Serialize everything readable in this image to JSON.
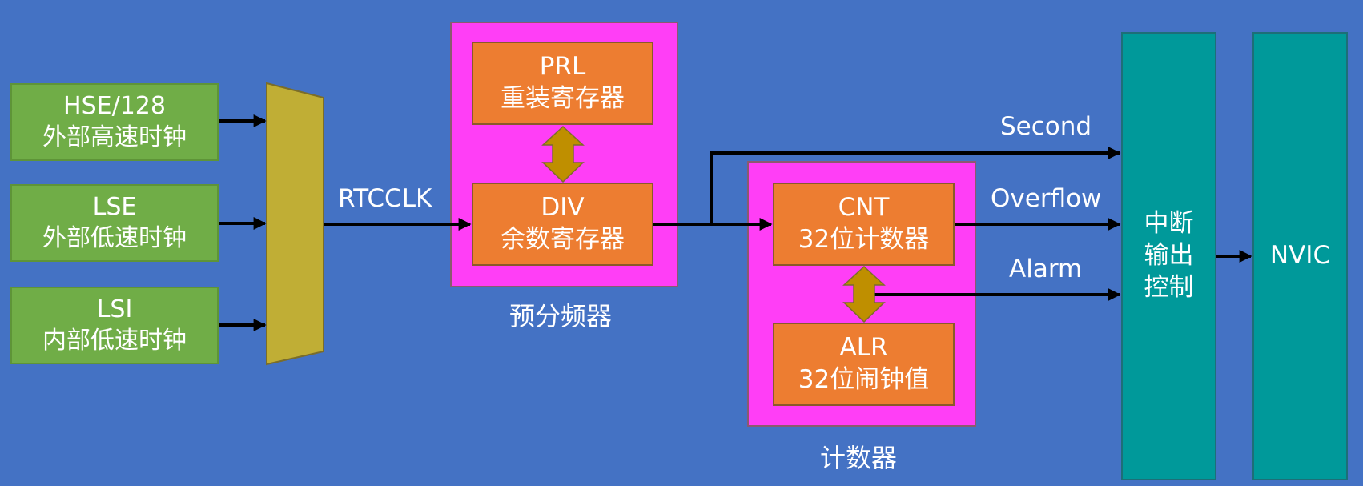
{
  "colors": {
    "background": "#4472C4",
    "clock_source": "#70AD47",
    "mux": "#C0AE35",
    "panel": "#FF3EF6",
    "register": "#ED7D31",
    "double_arrow": "#BF8F00",
    "controller": "#00999A"
  },
  "sources": [
    {
      "name": "HSE/128",
      "desc": "外部高速时钟"
    },
    {
      "name": "LSE",
      "desc": "外部低速时钟"
    },
    {
      "name": "LSI",
      "desc": "内部低速时钟"
    }
  ],
  "rtcclk_label": "RTCCLK",
  "prescaler": {
    "caption": "预分频器",
    "prl": {
      "name": "PRL",
      "desc": "重装寄存器"
    },
    "div": {
      "name": "DIV",
      "desc": "余数寄存器"
    }
  },
  "counter": {
    "caption": "计数器",
    "cnt": {
      "name": "CNT",
      "desc": "32位计数器"
    },
    "alr": {
      "name": "ALR",
      "desc": "32位闹钟值"
    }
  },
  "signals": {
    "second": "Second",
    "overflow": "Overflow",
    "alarm": "Alarm"
  },
  "interrupt_control": {
    "line1": "中断",
    "line2": "输出",
    "line3": "控制"
  },
  "nvic": "NVIC"
}
